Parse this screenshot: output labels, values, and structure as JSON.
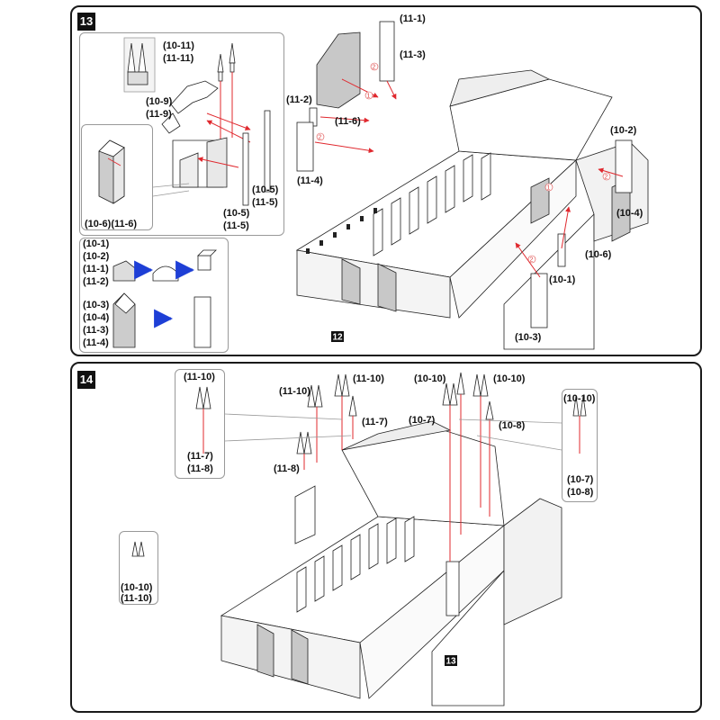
{
  "colors": {
    "arrow": "#e0282e",
    "blue_arrow": "#1e3fd6",
    "ink": "#111111",
    "panel_border": "#1a1a1a",
    "shade": "#c8c8c8"
  },
  "step13": {
    "number": "13",
    "ref_badge": "12",
    "inset_top": {
      "label_a": "(10-11)",
      "label_b": "(11-11)",
      "label_c": "(10-9)",
      "label_d": "(11-9)",
      "label_e": "(10-5)",
      "label_f": "(11-5)",
      "label_g": "(10-5)",
      "label_h": "(11-5)"
    },
    "inset_box": {
      "label": "(10-6)(11-6)"
    },
    "inset_fold": {
      "labels_top": [
        "(10-1)",
        "(10-2)",
        "(11-1)",
        "(11-2)"
      ],
      "labels_bottom": [
        "(10-3)",
        "(10-4)",
        "(11-3)",
        "(11-4)"
      ]
    },
    "main_labels": {
      "l_11_1": "(11-1)",
      "l_11_3": "(11-3)",
      "l_11_2": "(11-2)",
      "l_11_6": "(11-6)",
      "l_11_4": "(11-4)",
      "l_10_2": "(10-2)",
      "l_10_4": "(10-4)",
      "l_10_6": "(10-6)",
      "l_10_1": "(10-1)",
      "l_10_3": "(10-3)"
    },
    "circled": [
      "1",
      "2"
    ]
  },
  "step14": {
    "number": "14",
    "ref_badge": "13",
    "left_inset": {
      "top": "(11-10)",
      "bottom_a": "(11-7)",
      "bottom_b": "(11-8)"
    },
    "small_inset": {
      "a": "(10-10)",
      "b": "(11-10)"
    },
    "right_inset": {
      "top": "(10-10)",
      "bottom_a": "(10-7)",
      "bottom_b": "(10-8)"
    },
    "main_labels": {
      "l1": "(11-10)",
      "l2": "(11-10)",
      "l3": "(11-7)",
      "l4": "(11-8)",
      "l5": "(10-10)",
      "l6": "(10-10)",
      "l7": "(10-7)",
      "l8": "(10-8)"
    }
  }
}
